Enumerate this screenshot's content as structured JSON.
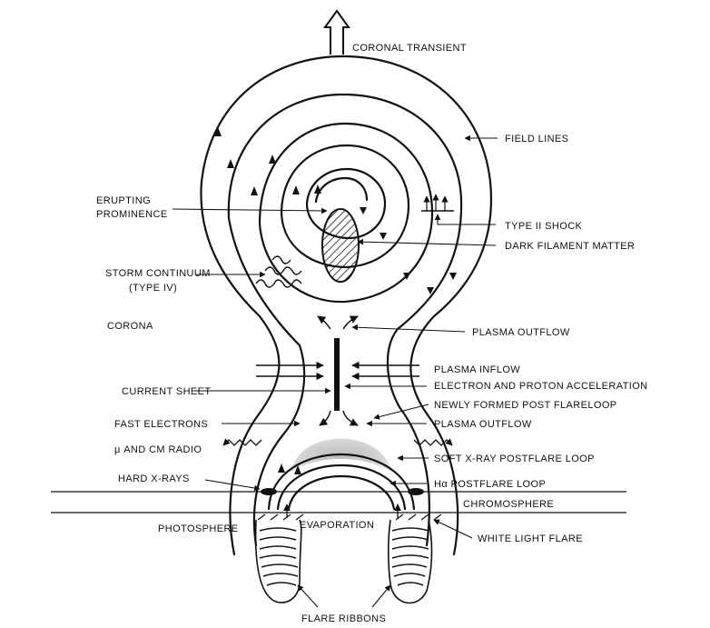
{
  "labels": {
    "coronal_transient": "CORONAL TRANSIENT",
    "field_lines": "FIELD LINES",
    "erupting_prominence_1": "ERUPTING",
    "erupting_prominence_2": "PROMINENCE",
    "type_ii_shock": "TYPE II SHOCK",
    "dark_filament_matter": "DARK FILAMENT MATTER",
    "storm_continuum_1": "STORM CONTINUUM",
    "storm_continuum_2": "(TYPE IV)",
    "corona": "CORONA",
    "plasma_outflow_top": "PLASMA OUTFLOW",
    "plasma_inflow": "PLASMA INFLOW",
    "electron_proton_acceleration": "ELECTRON AND PROTON ACCELERATION",
    "current_sheet": "CURRENT SHEET",
    "newly_formed_post_flareloop": "NEWLY FORMED POST FLARELOOP",
    "fast_electrons": "FAST ELECTRONS",
    "plasma_outflow_bottom": "PLASMA OUTFLOW",
    "mu_cm_radio": "μ AND CM RADIO",
    "soft_xray_postflare_loop": "SOFT X-RAY POSTFLARE LOOP",
    "hard_xrays": "HARD X-RAYS",
    "halpha_postflare_loop": "Hα POSTFLARE LOOP",
    "chromosphere": "CHROMOSPHERE",
    "photosphere": "PHOTOSPHERE",
    "evaporation": "EVAPORATION",
    "white_light_flare": "WHITE LIGHT FLARE",
    "flare_ribbons": "FLARE RIBBONS"
  }
}
